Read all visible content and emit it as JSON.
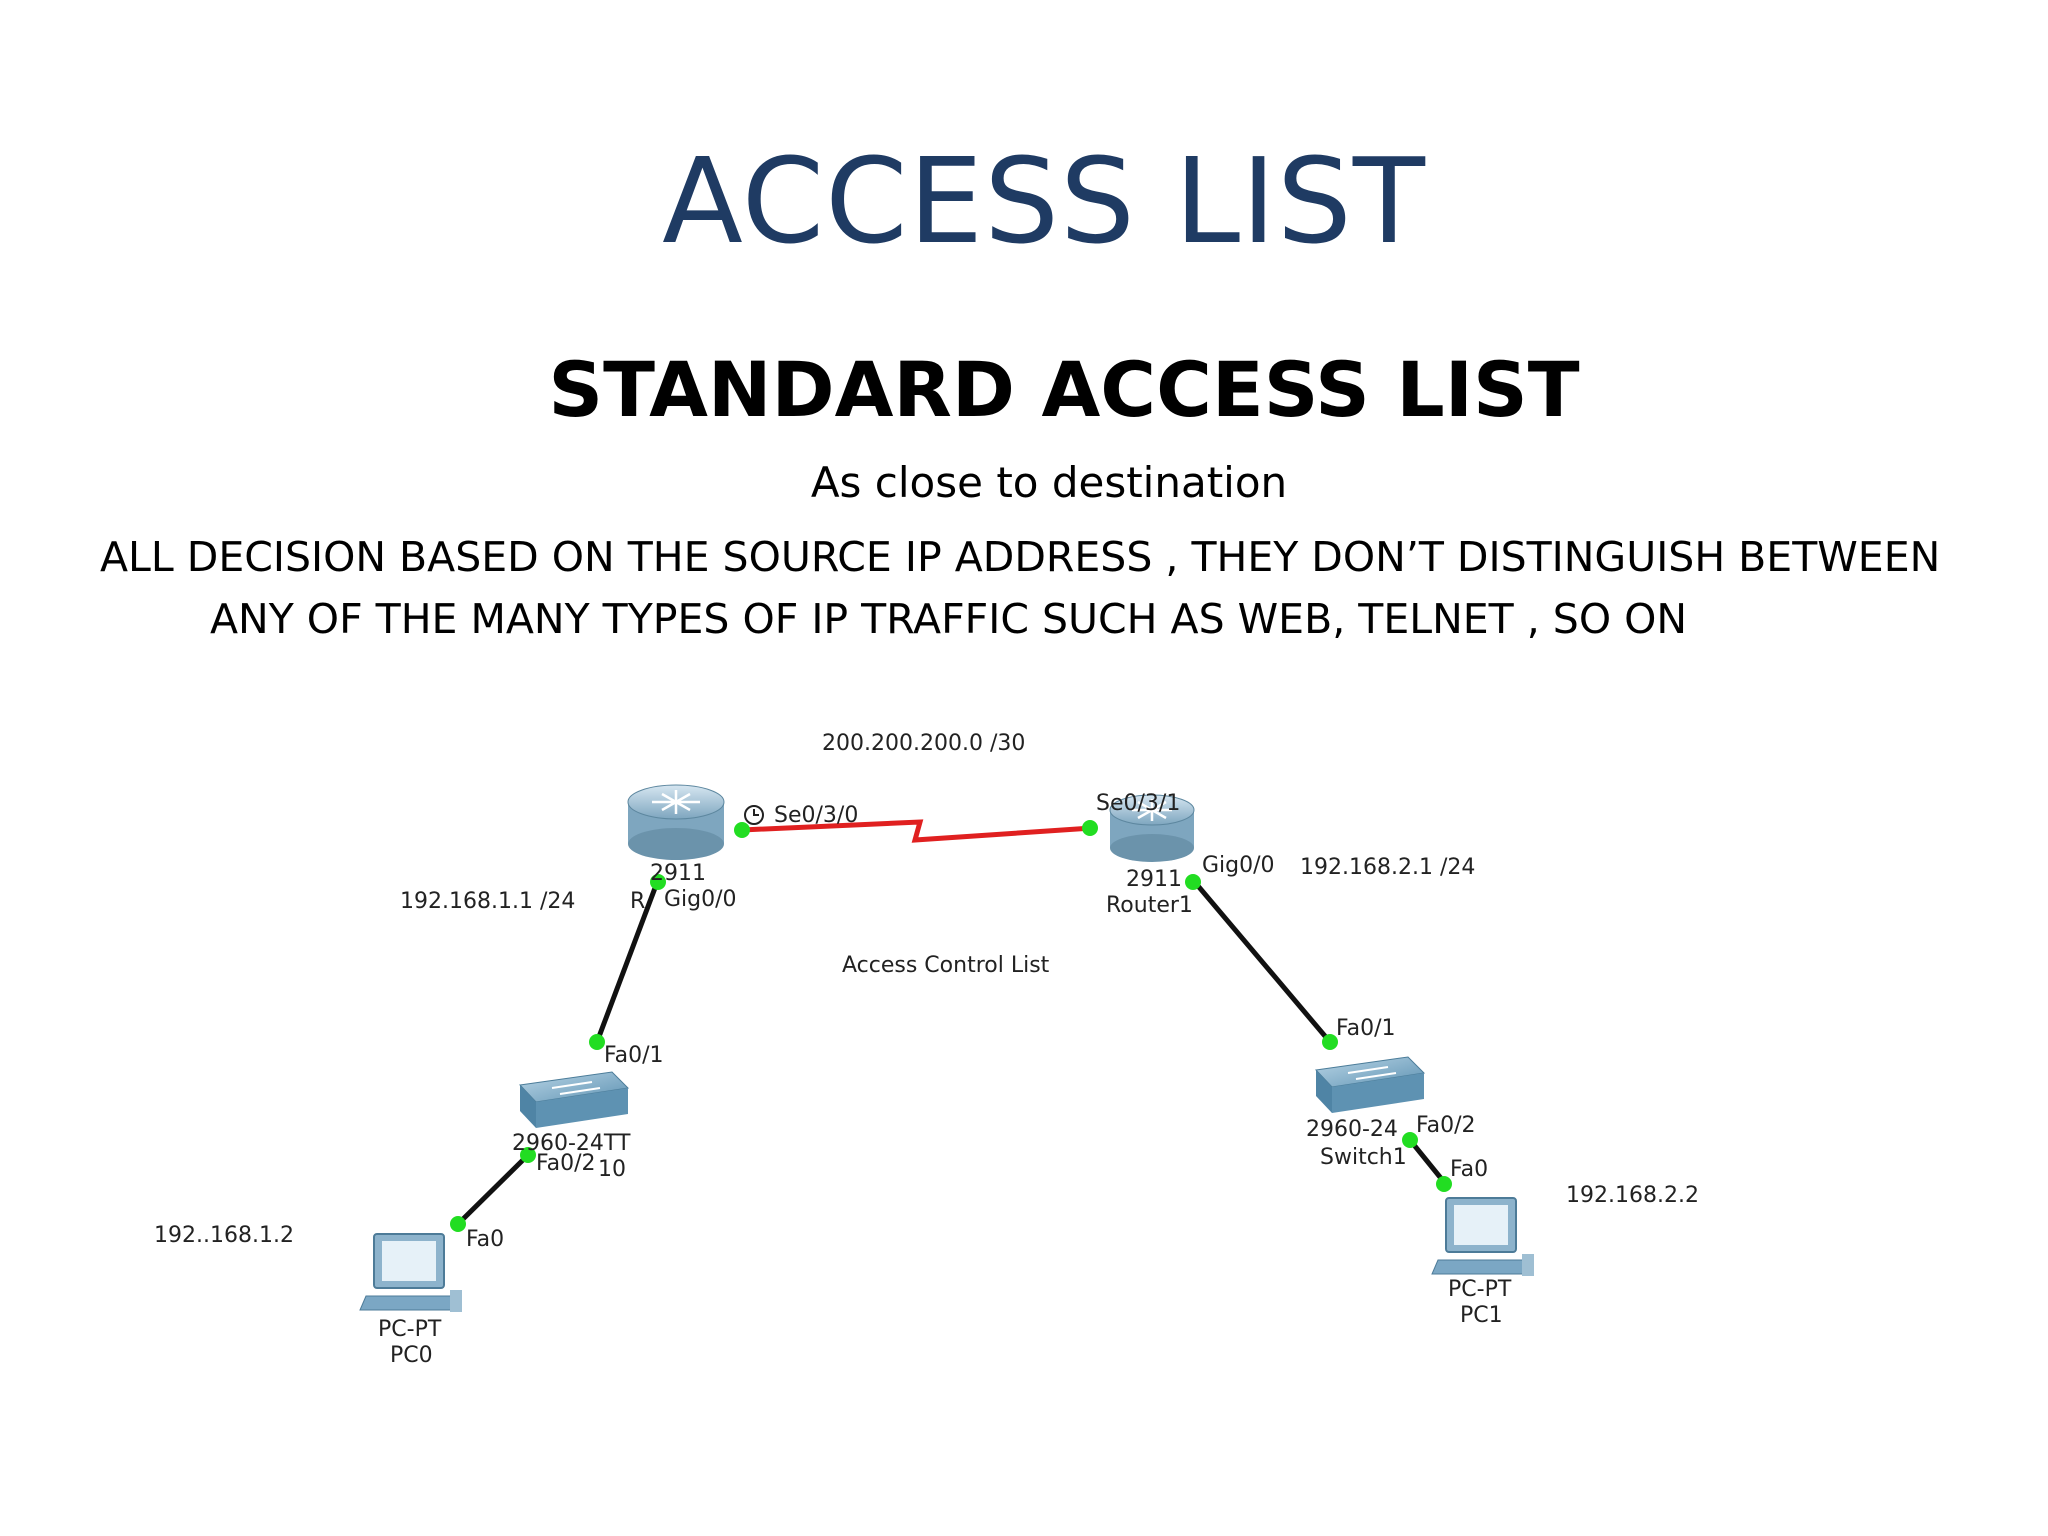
{
  "slide": {
    "title": "ACCESS LIST",
    "subtitle": "STANDARD ACCESS LIST",
    "tagline": "As close to destination",
    "body_line1": "ALL DECISION BASED ON THE SOURCE IP ADDRESS , THEY DON’T  DISTINGUISH BETWEEN",
    "body_line2": "ANY OF THE MANY TYPES OF IP TRAFFIC SUCH AS WEB, TELNET , SO ON"
  },
  "topology": {
    "wan_network": "200.200.200.0 /30",
    "center_label": "Access Control  List",
    "router0": {
      "model": "2911",
      "name": "R",
      "if_serial": "Se0/3/0",
      "if_gig": "Gig0/0",
      "lan_ip": "192.168.1.1 /24"
    },
    "router1": {
      "model": "2911",
      "name": "Router1",
      "if_serial": "Se0/3/1",
      "if_gig": "Gig0/0",
      "lan_ip": "192.168.2.1 /24"
    },
    "switch0": {
      "model": "2960-24TT",
      "uplink": "Fa0/1",
      "downlink": "Fa0/2",
      "suffix": "10"
    },
    "switch1": {
      "model": "2960-24",
      "name": "Switch1",
      "uplink": "Fa0/1",
      "downlink": "Fa0/2"
    },
    "pc0": {
      "type": "PC-PT",
      "name": "PC0",
      "port": "Fa0",
      "ip": "192..168.1.2"
    },
    "pc1": {
      "type": "PC-PT",
      "name": "PC1",
      "port": "Fa0",
      "ip": "192.168.2.2"
    },
    "colors": {
      "serial_link": "#e02020",
      "ethernet_link": "#111111",
      "port_up": "#22dd22",
      "router": "#8fb4cc",
      "switch": "#6fa2bf",
      "pc": "#7ba7c4"
    }
  }
}
